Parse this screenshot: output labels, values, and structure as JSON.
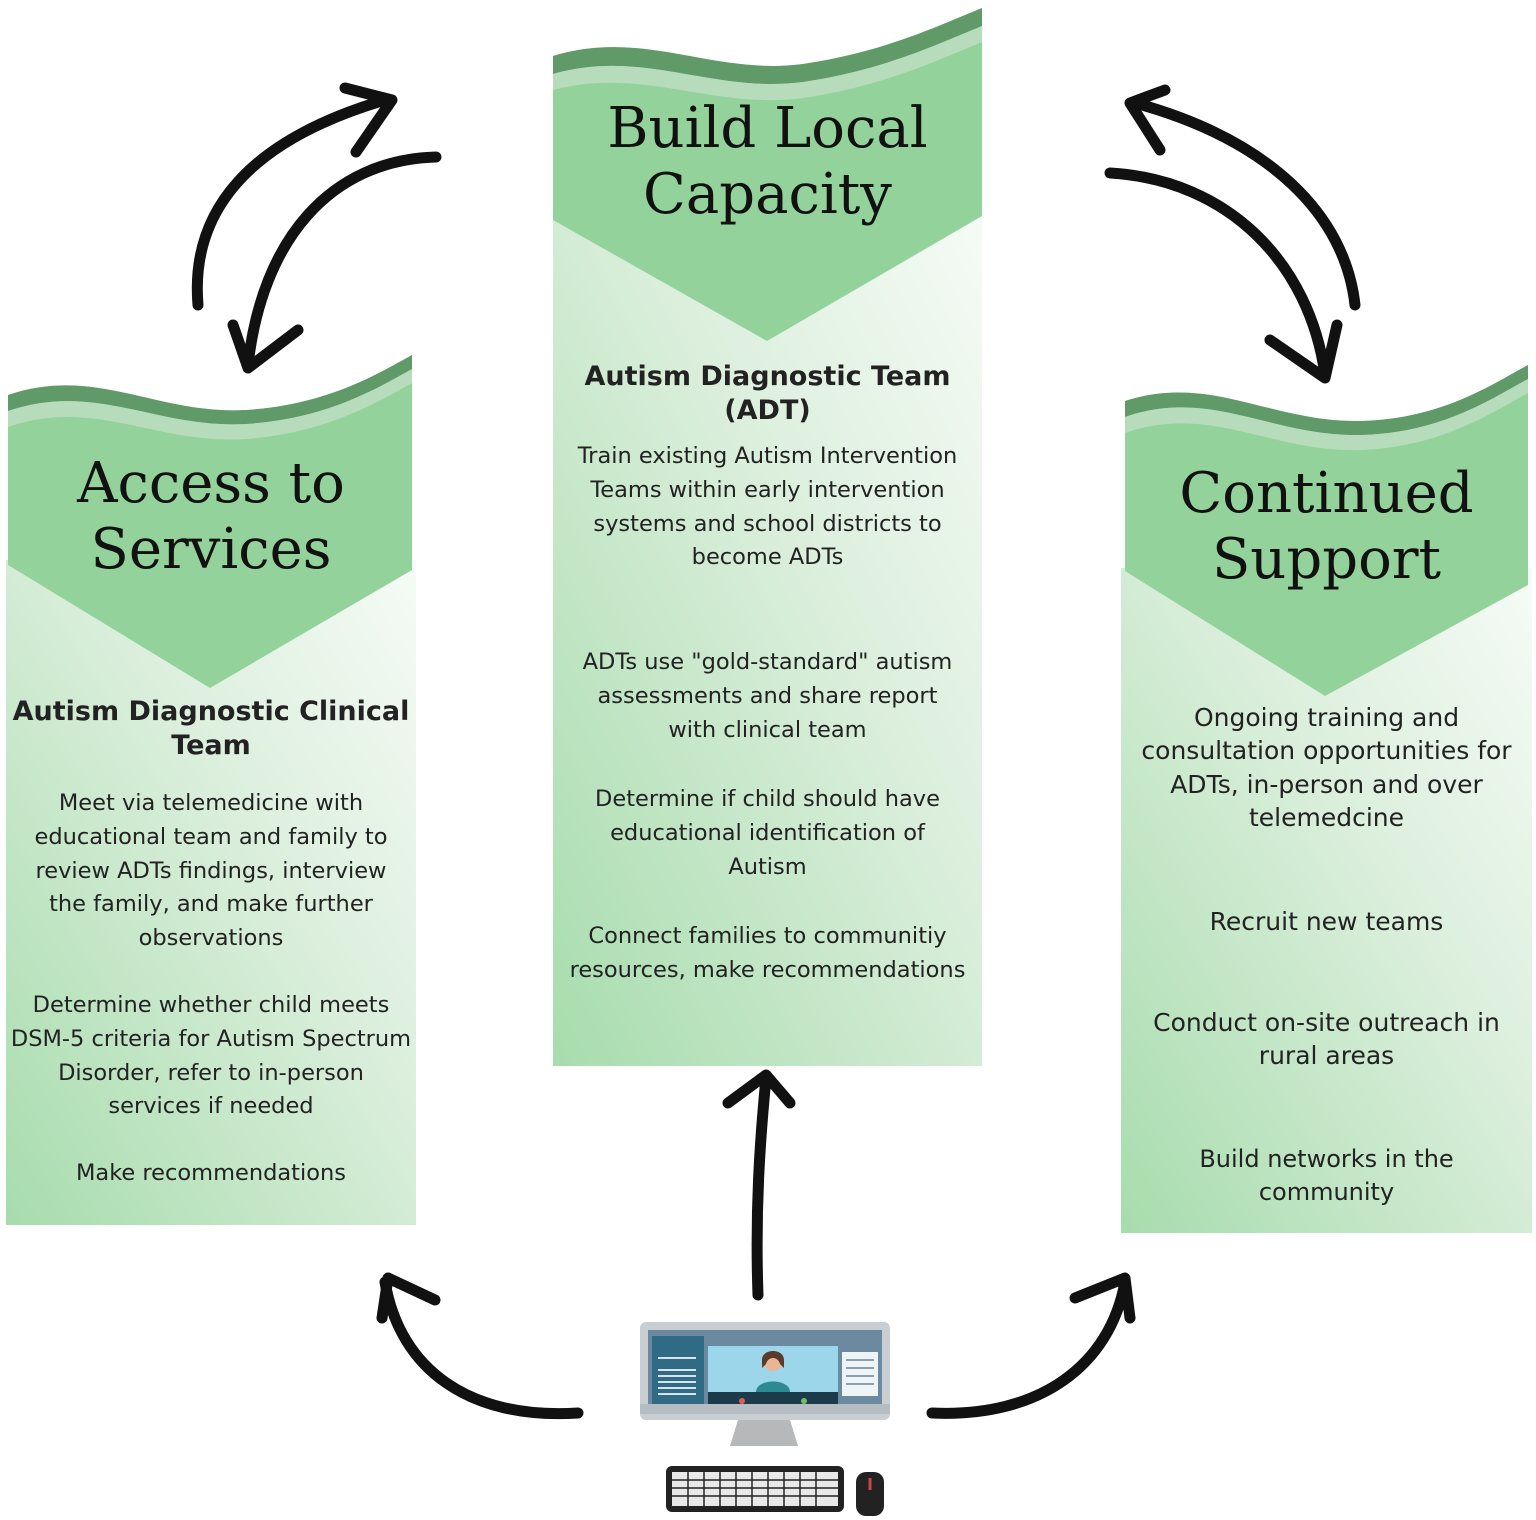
{
  "center": {
    "title_line1": "Build Local",
    "title_line2": "Capacity",
    "subtitle": "Autism Diagnostic Team (ADT)",
    "items": [
      "Train existing Autism Intervention Teams within early intervention systems and school districts to become ADTs",
      "ADTs use \"gold-standard\" autism assessments and share report with clinical team",
      "Determine if child should have educational identification of Autism",
      "Connect families to communitiy resources, make recommendations"
    ]
  },
  "left": {
    "title_line1": "Access to",
    "title_line2": "Services",
    "subtitle": "Autism Diagnostic Clinical Team",
    "items": [
      "Meet via telemedicine with educational team and family to review ADTs findings, interview the family, and make further observations",
      "Determine whether child meets DSM-5 criteria for Autism Spectrum Disorder, refer to in-person services if needed",
      "Make recommendations"
    ]
  },
  "right": {
    "title_line1": "Continued",
    "title_line2": "Support",
    "items": [
      "Ongoing training and consultation opportunities for ADTs, in-person and over telemedcine",
      "Recruit new teams",
      "Conduct on-site outreach in rural areas",
      "Build networks in the community"
    ]
  },
  "colors": {
    "banner_green": "#93d39b",
    "wave_dark": "#5f9a68",
    "wave_light": "#b7dcbc",
    "arrow": "#111111"
  },
  "icons": [
    "telemedicine-computer-icon",
    "keyboard-icon",
    "mouse-icon"
  ]
}
